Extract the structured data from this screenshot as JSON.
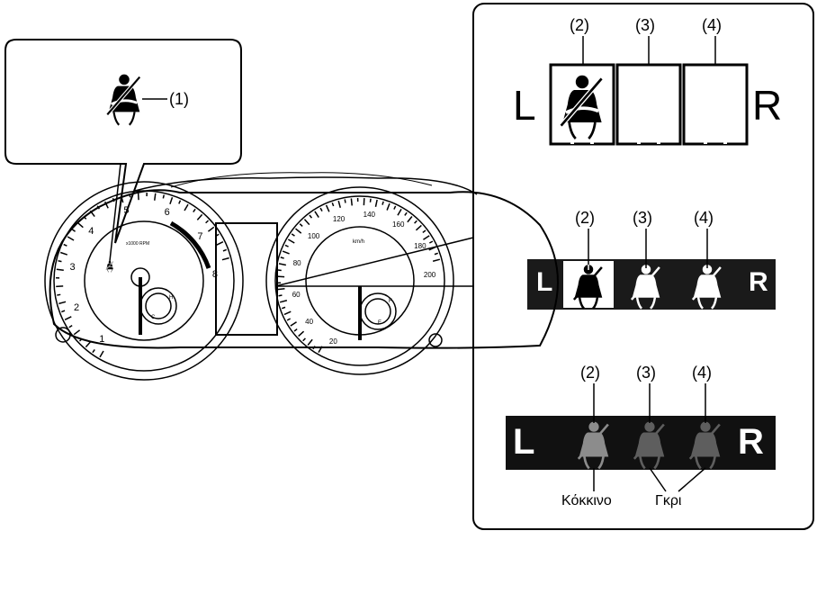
{
  "callout_left": {
    "indicator_label": "(1)"
  },
  "detail_panel": {
    "row1": {
      "left_letter": "L",
      "right_letter": "R",
      "labels": [
        "(2)",
        "(3)",
        "(4)"
      ]
    },
    "row2": {
      "left_letter": "L",
      "right_letter": "R",
      "labels": [
        "(2)",
        "(3)",
        "(4)"
      ]
    },
    "row3": {
      "left_letter": "L",
      "right_letter": "R",
      "labels": [
        "(2)",
        "(3)",
        "(4)"
      ],
      "caption_red": "Κόκκινο",
      "caption_gray": "Γκρι"
    }
  },
  "cluster": {
    "tacho_numbers": [
      "1",
      "2",
      "3",
      "4",
      "5",
      "6",
      "7",
      "8"
    ],
    "tacho_unit": "x1000 RPM",
    "speedo_numbers": [
      "20",
      "40",
      "60",
      "80",
      "100",
      "120",
      "140",
      "160",
      "180",
      "200"
    ],
    "speedo_unit": "km/h",
    "temp_marks": [
      "H",
      "C"
    ],
    "fuel_marks": [
      "F",
      "E"
    ]
  },
  "colors": {
    "line": "#000000",
    "dark_panel": "#1a1a1a",
    "gray_icon": "#7f7f7f",
    "red_icon": "#8c8c8c"
  }
}
